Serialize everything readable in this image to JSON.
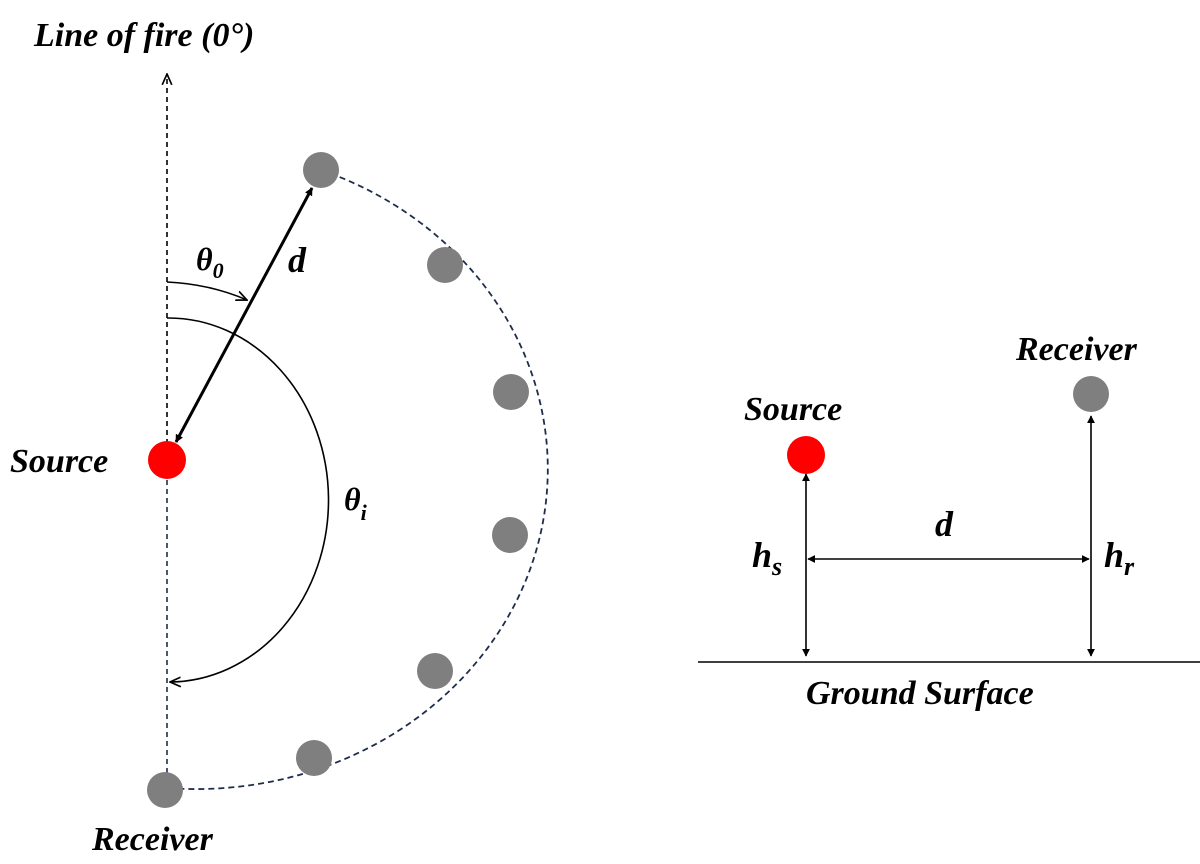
{
  "left_diagram": {
    "line_of_fire_label": "Line of fire (0°)",
    "source_label": "Source",
    "receiver_label": "Receiver",
    "distance_symbol": "d",
    "theta_symbol": "θ",
    "theta0_subscript": "0",
    "thetai_subscript": "i"
  },
  "right_diagram": {
    "source_label": "Source",
    "receiver_label": "Receiver",
    "distance_symbol": "d",
    "hs_symbol": "h",
    "hs_subscript": "s",
    "hr_symbol": "h",
    "hr_subscript": "r",
    "ground_label": "Ground Surface"
  },
  "colors": {
    "source": "#ff0000",
    "receiver": "#7f7f7f",
    "arc_dashed": "#1f2d4d",
    "line": "#000000"
  }
}
